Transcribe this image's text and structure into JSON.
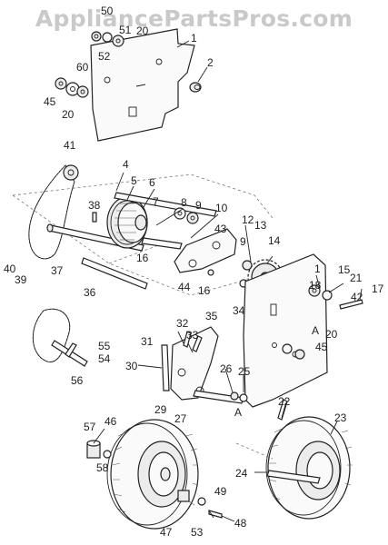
{
  "watermark": "AppliancePartsPros.com",
  "callouts": {
    "p50": "50",
    "p51": "51",
    "p20a": "20",
    "p1a": "1",
    "p52": "52",
    "p2": "2",
    "p60": "60",
    "p45a": "45",
    "p20b": "20",
    "p41": "41",
    "p4": "4",
    "p5": "5",
    "p6": "6",
    "p7": "7",
    "p8": "8",
    "p9a": "9",
    "p10": "10",
    "p38": "38",
    "p43": "43",
    "p9b": "9",
    "p12": "12",
    "p13": "13",
    "p14": "14",
    "p1b": "1",
    "p40": "40",
    "p39": "39",
    "p37": "37",
    "p16a": "16",
    "p44": "44",
    "p16b": "16",
    "p18": "18",
    "p15": "15",
    "p21": "21",
    "p42": "42",
    "p17": "17",
    "p36": "36",
    "p35": "35",
    "p34": "34",
    "p32": "32",
    "p33": "33",
    "pA1": "A",
    "p20c": "20",
    "p45b": "45",
    "p31": "31",
    "p55": "55",
    "p54": "54",
    "p56": "56",
    "p30": "30",
    "p26": "26",
    "p25": "25",
    "p29": "29",
    "p27": "27",
    "pA2": "A",
    "p22": "22",
    "p23": "23",
    "p57": "57",
    "p46": "46",
    "p58": "58",
    "p24": "24",
    "p49": "49",
    "p48": "48",
    "p47": "47",
    "p53": "53"
  }
}
